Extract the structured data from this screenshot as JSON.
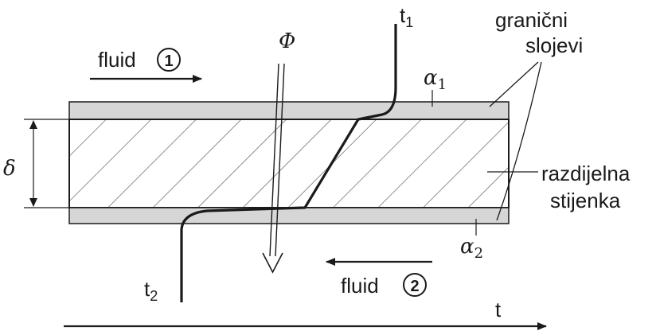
{
  "labels": {
    "t1": "t",
    "t1_sub": "1",
    "t2": "t",
    "t2_sub": "2",
    "fluid1": "fluid",
    "fluid1_num": "1",
    "fluid2": "fluid",
    "fluid2_num": "2",
    "phi": "Φ",
    "alpha1": "α",
    "alpha1_sub": "1",
    "alpha2": "α",
    "alpha2_sub": "2",
    "delta": "δ",
    "granicni": "granični",
    "slojevi": "slojevi",
    "razdijelna": "razdijelna",
    "stijenka": "stijenka",
    "t_axis": "t"
  },
  "colors": {
    "ink": "#1a1a1a",
    "boundary_layer": "#d6d6d6",
    "hatch": "#555555",
    "background": "#ffffff"
  }
}
